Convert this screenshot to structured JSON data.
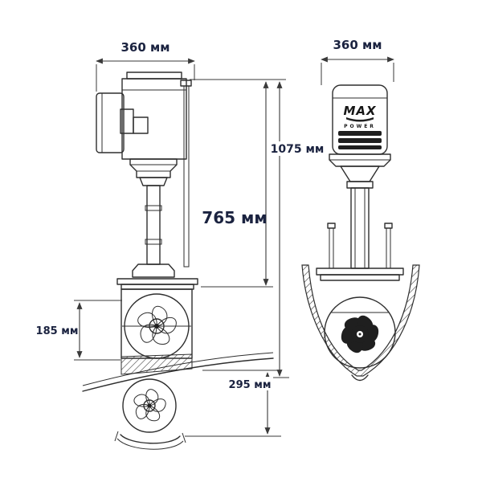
{
  "diagram": {
    "type": "technical-dimension-drawing",
    "subject": "bow thruster unit, side view and front hull-section view"
  },
  "dimensions": {
    "left_width": "360 мм",
    "right_width": "360 мм",
    "unit_height": "765 мм",
    "total_height": "1075 мм",
    "tunnel_diameter": "185 мм",
    "lower_depth": "295 мм"
  },
  "logo": {
    "line1": "MAX",
    "line2": "POWER"
  },
  "colors": {
    "line": "#2e2e2e",
    "dimension_text": "#1b2340",
    "background": "#ffffff",
    "dark_fill": "#1f1f1f"
  }
}
